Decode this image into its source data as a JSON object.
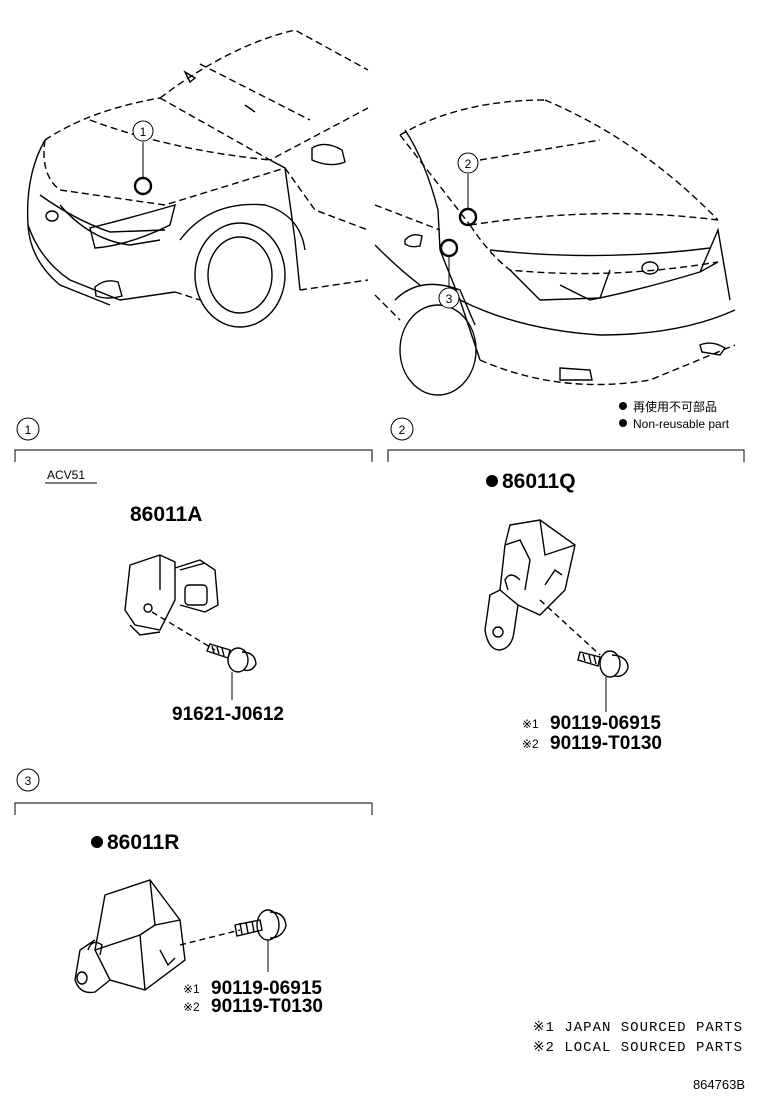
{
  "legend": {
    "jp": "再使用不可部品",
    "en": "Non-reusable part"
  },
  "sections": [
    {
      "index": "1",
      "model": "ACV51",
      "part": "86011A",
      "fastener": "91621-J0612"
    },
    {
      "index": "2",
      "part": "86011Q",
      "fastener_jp_mark": "※1",
      "fastener_jp": "90119-06915",
      "fastener_local_mark": "※2",
      "fastener_local": "90119-T0130"
    },
    {
      "index": "3",
      "part": "86011R",
      "fastener_jp_mark": "※1",
      "fastener_jp": "90119-06915",
      "fastener_local_mark": "※2",
      "fastener_local": "90119-T0130"
    }
  ],
  "callouts": [
    "1",
    "2",
    "3"
  ],
  "notes": {
    "n1": "※1 JAPAN SOURCED PARTS",
    "n2": "※2 LOCAL SOURCED PARTS"
  },
  "diagram_id": "864763B",
  "icons": [
    "car-front-view",
    "car-rear-view",
    "sensor-connector",
    "bolt",
    "bracket-sensor",
    "non-reusable-dot"
  ]
}
